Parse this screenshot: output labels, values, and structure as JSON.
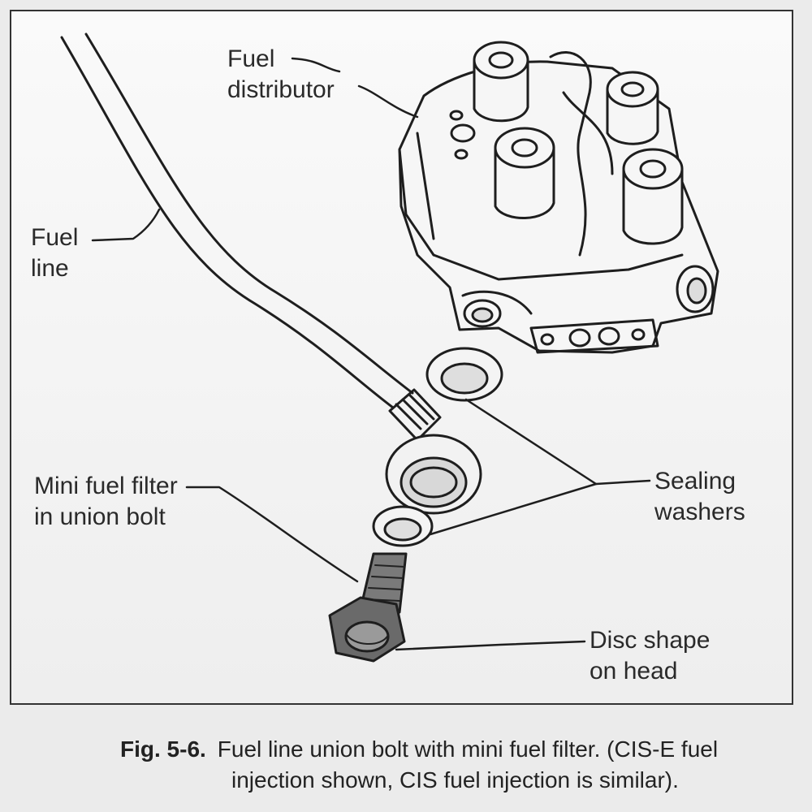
{
  "labels": {
    "fuel_distributor": [
      "Fuel",
      "distributor"
    ],
    "fuel_line": [
      "Fuel",
      "line"
    ],
    "mini_fuel_filter": [
      "Mini fuel filter",
      "in union bolt"
    ],
    "sealing_washers": [
      "Sealing",
      "washers"
    ],
    "disc_shape": [
      "Disc shape",
      "on head"
    ]
  },
  "caption": {
    "figure_number": "Fig. 5-6.",
    "text_line1": "Fuel line union bolt with mini fuel filter. (CIS-E fuel",
    "text_line2": "injection shown, CIS fuel injection is similar)."
  }
}
